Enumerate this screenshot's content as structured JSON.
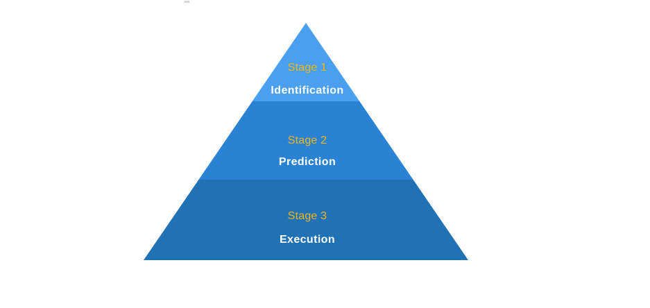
{
  "diagram": {
    "type": "pyramid",
    "levels_count": 3,
    "colors": {
      "stage1_fill": "#4AA0EE",
      "stage2_fill": "#2A82D4",
      "stage3_fill": "#2171B5",
      "stage_label_color": "#F2B618",
      "name_label_color": "#FFFFFF",
      "background": "#FFFFFF"
    },
    "stages": [
      {
        "stage_label": "Stage 1",
        "name": "Identification"
      },
      {
        "stage_label": "Stage 2",
        "name": "Prediction"
      },
      {
        "stage_label": "Stage 3",
        "name": "Execution"
      }
    ]
  }
}
